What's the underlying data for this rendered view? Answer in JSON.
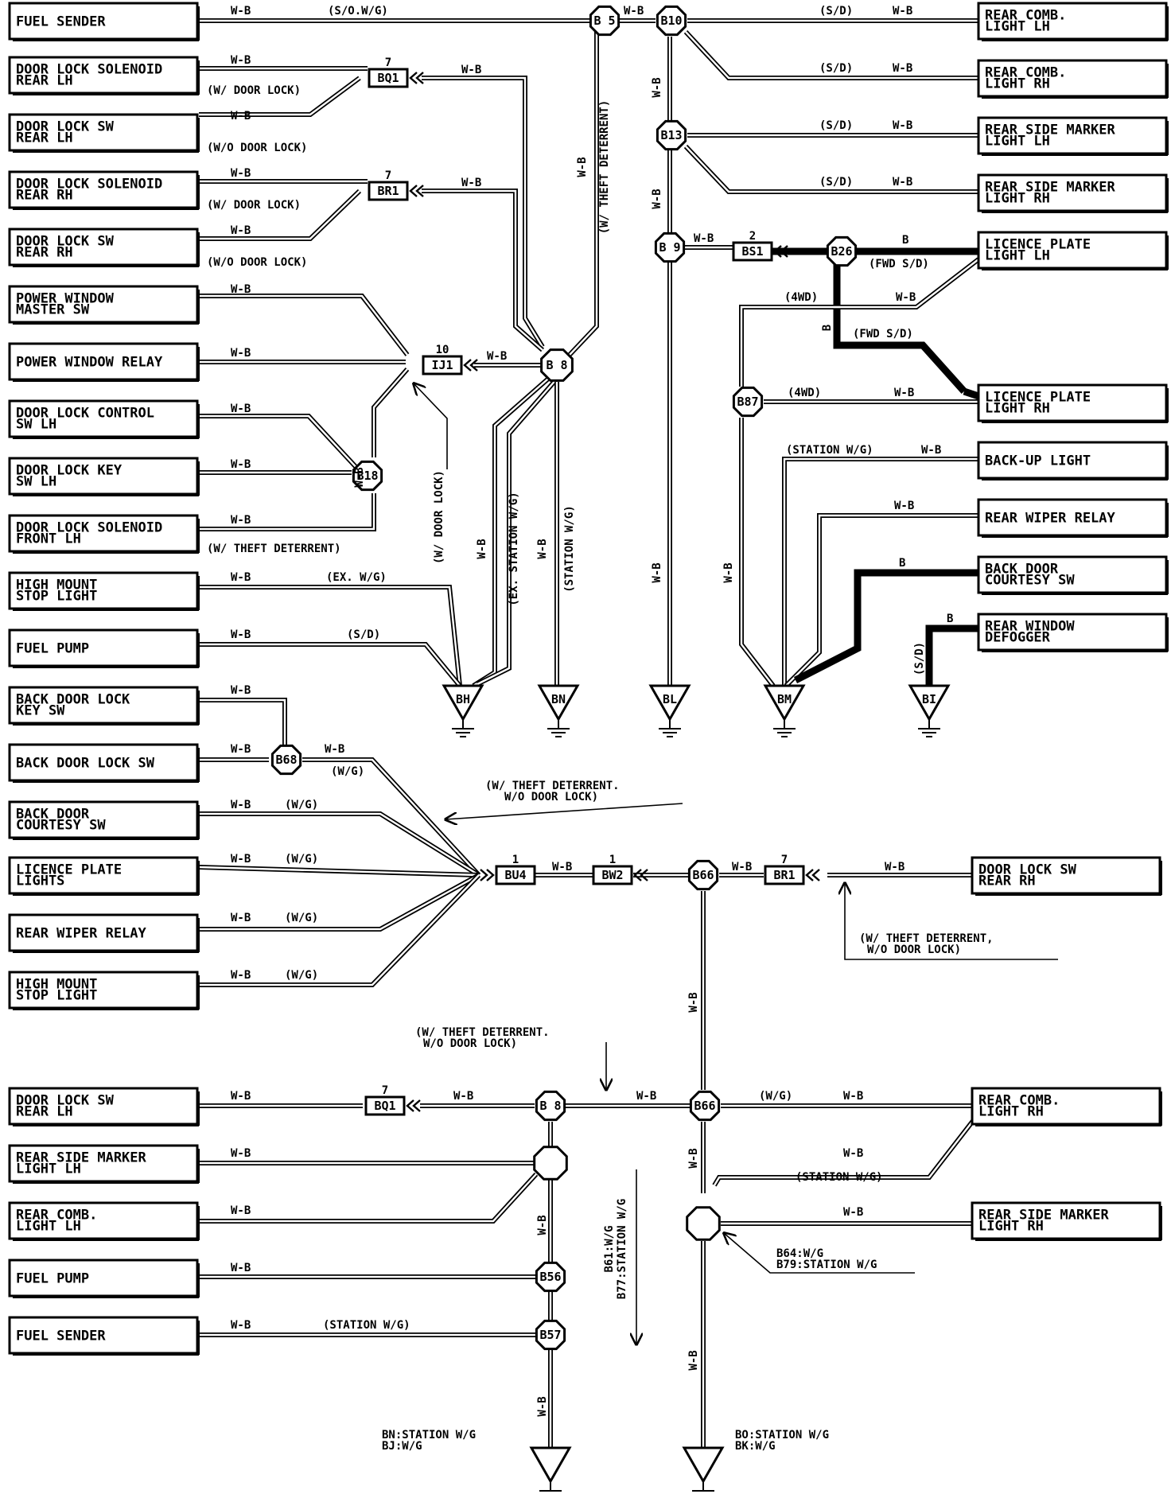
{
  "components": [
    {
      "id": "c-fuel-sender-top",
      "lines": [
        "FUEL SENDER"
      ]
    },
    {
      "id": "c-door-lock-solenoid-rear-lh",
      "lines": [
        "DOOR LOCK SOLENOID",
        "REAR LH"
      ]
    },
    {
      "id": "c-door-lock-sw-rear-lh-top",
      "lines": [
        "DOOR LOCK SW",
        "REAR LH"
      ]
    },
    {
      "id": "c-door-lock-solenoid-rear-rh",
      "lines": [
        "DOOR LOCK SOLENOID",
        "REAR RH"
      ]
    },
    {
      "id": "c-door-lock-sw-rear-rh-top",
      "lines": [
        "DOOR LOCK SW",
        "REAR RH"
      ]
    },
    {
      "id": "c-power-window-master-sw",
      "lines": [
        "POWER WINDOW",
        "MASTER SW"
      ]
    },
    {
      "id": "c-power-window-relay",
      "lines": [
        "POWER WINDOW RELAY"
      ]
    },
    {
      "id": "c-door-lock-control-sw-lh",
      "lines": [
        "DOOR LOCK CONTROL",
        "SW LH"
      ]
    },
    {
      "id": "c-door-lock-key-sw-lh",
      "lines": [
        "DOOR LOCK KEY",
        "SW LH"
      ]
    },
    {
      "id": "c-door-lock-solenoid-front-lh",
      "lines": [
        "DOOR LOCK SOLENOID",
        "FRONT LH"
      ]
    },
    {
      "id": "c-high-mount-stop-light-top",
      "lines": [
        "HIGH MOUNT",
        "STOP LIGHT"
      ]
    },
    {
      "id": "c-fuel-pump-top",
      "lines": [
        "FUEL PUMP"
      ]
    },
    {
      "id": "c-back-door-lock-key-sw",
      "lines": [
        "BACK DOOR LOCK",
        "KEY SW"
      ]
    },
    {
      "id": "c-back-door-lock-sw",
      "lines": [
        "BACK DOOR LOCK SW"
      ]
    },
    {
      "id": "c-back-door-courtesy-sw-left",
      "lines": [
        "BACK DOOR",
        "COURTESY SW"
      ]
    },
    {
      "id": "c-licence-plate-lights",
      "lines": [
        "LICENCE PLATE",
        "LIGHTS"
      ]
    },
    {
      "id": "c-rear-wiper-relay-left",
      "lines": [
        "REAR WIPER RELAY"
      ]
    },
    {
      "id": "c-high-mount-stop-light-mid",
      "lines": [
        "HIGH MOUNT",
        "STOP LIGHT"
      ]
    },
    {
      "id": "c-door-lock-sw-rear-lh-bottom",
      "lines": [
        "DOOR LOCK SW",
        "REAR LH"
      ]
    },
    {
      "id": "c-rear-side-marker-light-lh-bottom",
      "lines": [
        "REAR SIDE MARKER",
        "LIGHT LH"
      ]
    },
    {
      "id": "c-rear-comb-light-lh-bottom",
      "lines": [
        "REAR COMB.",
        "LIGHT LH"
      ]
    },
    {
      "id": "c-fuel-pump-bottom",
      "lines": [
        "FUEL PUMP"
      ]
    },
    {
      "id": "c-fuel-sender-bottom",
      "lines": [
        "FUEL SENDER"
      ]
    },
    {
      "id": "c-rear-comb-light-lh-top",
      "lines": [
        "REAR COMB.",
        "LIGHT LH"
      ]
    },
    {
      "id": "c-rear-comb-light-rh-top",
      "lines": [
        "REAR COMB.",
        "LIGHT RH"
      ]
    },
    {
      "id": "c-rear-side-marker-light-lh-top",
      "lines": [
        "REAR SIDE MARKER",
        "LIGHT LH"
      ]
    },
    {
      "id": "c-rear-side-marker-light-rh-top",
      "lines": [
        "REAR SIDE MARKER",
        "LIGHT RH"
      ]
    },
    {
      "id": "c-licence-plate-light-lh",
      "lines": [
        "LICENCE PLATE",
        "LIGHT LH"
      ]
    },
    {
      "id": "c-licence-plate-light-rh",
      "lines": [
        "LICENCE PLATE",
        "LIGHT RH"
      ]
    },
    {
      "id": "c-back-up-light",
      "lines": [
        "BACK-UP LIGHT"
      ]
    },
    {
      "id": "c-rear-wiper-relay-right",
      "lines": [
        "REAR WIPER RELAY"
      ]
    },
    {
      "id": "c-back-door-courtesy-sw-right",
      "lines": [
        "BACK DOOR",
        "COURTESY SW"
      ]
    },
    {
      "id": "c-rear-window-defogger",
      "lines": [
        "REAR WINDOW",
        "DEFOGGER"
      ]
    },
    {
      "id": "c-door-lock-sw-rear-rh-mid",
      "lines": [
        "DOOR LOCK SW",
        "REAR RH"
      ]
    },
    {
      "id": "c-rear-comb-light-rh-bottom",
      "lines": [
        "REAR COMB.",
        "LIGHT RH"
      ]
    },
    {
      "id": "c-rear-side-marker-light-rh-bottom",
      "lines": [
        "REAR SIDE MARKER",
        "LIGHT RH"
      ]
    }
  ],
  "nodes": [
    {
      "id": "n-b5",
      "label": "B 5"
    },
    {
      "id": "n-b10",
      "label": "B10"
    },
    {
      "id": "n-b13",
      "label": "B13"
    },
    {
      "id": "n-b9",
      "label": "B 9"
    },
    {
      "id": "n-b26",
      "label": "B26"
    },
    {
      "id": "n-b8-top",
      "label": "B 8"
    },
    {
      "id": "n-b18",
      "label": "B18"
    },
    {
      "id": "n-b87",
      "label": "B87"
    },
    {
      "id": "n-b68",
      "label": "B68"
    },
    {
      "id": "n-b66-mid",
      "label": "B66"
    },
    {
      "id": "n-b8-bottom",
      "label": "B 8"
    },
    {
      "id": "n-b66-bottom",
      "label": "B66"
    },
    {
      "id": "n-unl-left",
      "label": ""
    },
    {
      "id": "n-unl-right",
      "label": ""
    },
    {
      "id": "n-b56",
      "label": "B56"
    },
    {
      "id": "n-b57",
      "label": "B57"
    }
  ],
  "connectors": [
    {
      "id": "k-bq1-top",
      "label": "BQ1",
      "pin": "7"
    },
    {
      "id": "k-br1-top",
      "label": "BR1",
      "pin": "7"
    },
    {
      "id": "k-ij1",
      "label": "IJ1",
      "pin": "10"
    },
    {
      "id": "k-bs1",
      "label": "BS1",
      "pin": "2"
    },
    {
      "id": "k-bu4",
      "label": "BU4",
      "pin": "1"
    },
    {
      "id": "k-bw2",
      "label": "BW2",
      "pin": "1"
    },
    {
      "id": "k-br1-mid",
      "label": "BR1",
      "pin": "7"
    },
    {
      "id": "k-bq1-bottom",
      "label": "BQ1",
      "pin": "7"
    }
  ],
  "grounds": [
    {
      "id": "g-bh",
      "label": "BH"
    },
    {
      "id": "g-bn",
      "label": "BN"
    },
    {
      "id": "g-bl",
      "label": "BL"
    },
    {
      "id": "g-bm",
      "label": "BM"
    },
    {
      "id": "g-bi",
      "label": "BI"
    },
    {
      "id": "g-left-bottom",
      "label": ""
    },
    {
      "id": "g-right-bottom",
      "label": ""
    }
  ],
  "labels": {
    "wb": "W-B",
    "b": "B",
    "so_wg": "(S/O.W/G)",
    "sd": "(S/D)",
    "w_door_lock": "(W/ DOOR LOCK)",
    "wo_door_lock": "(W/O DOOR LOCK)",
    "w_theft_deterrent": "(W/ THEFT DETERRENT)",
    "fwd_sd": "(FWD S/D)",
    "fourwd": "(4WD)",
    "station_wg": "(STATION W/G)",
    "ex_wg": "(EX. W/G)",
    "ex_station_wg": "(EX. STATION W/G)",
    "wg": "(W/G)",
    "theft_wo_door_1": "(W/ THEFT DETERRENT.",
    "theft_wo_door_2": "W/O DOOR LOCK)",
    "theft_wo_door_3": "(W/ THEFT DETERRENT,",
    "theft_wo_door_4": "W/O DOOR LOCK)",
    "b61_b77_1": "B61:W/G",
    "b61_b77_2": "B77:STATION W/G",
    "b64_b79_1": "B64:W/G",
    "b64_b79_2": "B79:STATION W/G",
    "ground_left_1": "BN:STATION W/G",
    "ground_left_2": "BJ:W/G",
    "ground_right_1": "BO:STATION W/G",
    "ground_right_2": "BK:W/G"
  }
}
